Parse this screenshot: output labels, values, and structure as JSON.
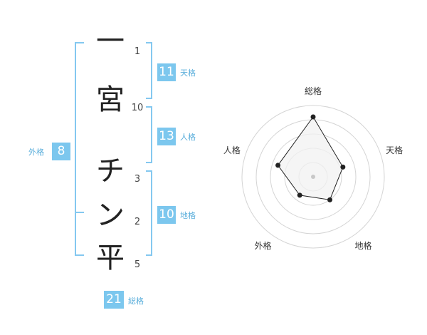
{
  "name": {
    "characters": [
      {
        "char": "一",
        "strokes": "1"
      },
      {
        "char": "宮",
        "strokes": "10"
      },
      {
        "char": "チ",
        "strokes": "3"
      },
      {
        "char": "ン",
        "strokes": "2"
      },
      {
        "char": "平",
        "strokes": "5"
      }
    ]
  },
  "kakusu": {
    "tenkaku": {
      "value": "11",
      "label": "天格"
    },
    "jinkaku": {
      "value": "13",
      "label": "人格"
    },
    "chikaku": {
      "value": "10",
      "label": "地格"
    },
    "gaikaku": {
      "value": "8",
      "label": "外格"
    },
    "soukaku": {
      "value": "21",
      "label": "総格"
    }
  },
  "colors": {
    "accent": "#7cc7ee",
    "bracket": "#84c8f0",
    "radar_fill": "#f2f2f2",
    "radar_line": "#222222"
  },
  "chart_data": {
    "type": "radar",
    "axes": [
      "総格",
      "天格",
      "地格",
      "外格",
      "人格"
    ],
    "values": [
      21,
      11,
      10,
      8,
      13
    ],
    "rings": 5
  }
}
